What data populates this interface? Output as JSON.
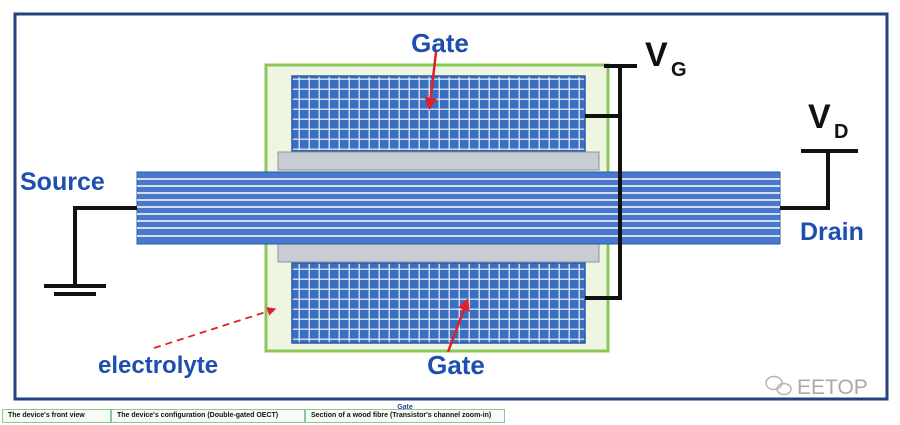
{
  "diagram": {
    "labels": {
      "gate_top": "Gate",
      "gate_bottom": "Gate",
      "vg_main": "V",
      "vg_sub": "G",
      "vd_main": "V",
      "vd_sub": "D",
      "source": "Source",
      "drain": "Drain",
      "electrolyte": "electrolyte"
    },
    "watermark": "EETOP",
    "colors": {
      "frame": "#24427d",
      "gate_fill": "#3a6fbf",
      "channel": "#4a78cc",
      "electrolyte_border": "#8cc65a",
      "electrolyte_fill": "#eef6e2",
      "label_blue": "#1e4fae",
      "arrow_red": "#e0202a"
    }
  },
  "caption": "Gate",
  "tabs": [
    {
      "label": "The device's front view"
    },
    {
      "label": "The device's configuration (Double-gated OECT)"
    },
    {
      "label": "Section of a wood fibre (Transistor's channel zoom-in)"
    }
  ]
}
